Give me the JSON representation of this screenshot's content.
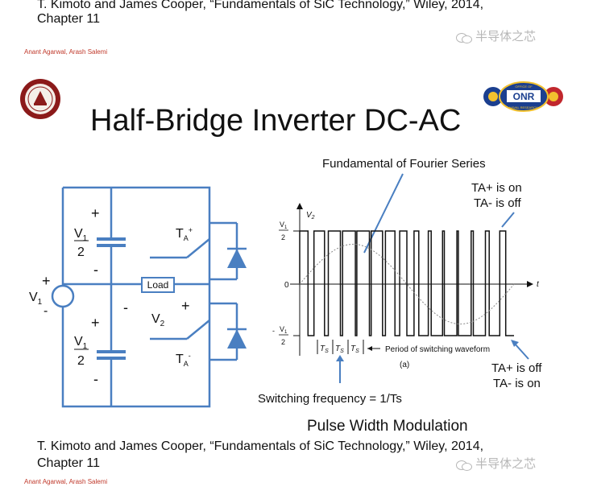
{
  "top_ref": {
    "line1": "T. Kimoto and James Cooper, “Fundamentals of SiC Technology,” Wiley, 2014,",
    "line2": "Chapter 11"
  },
  "authors": "Anant Agarwal, Arash Salemi",
  "watermark": "半导体之芯",
  "title": "Half-Bridge Inverter DC-AC",
  "subtitle": "Pulse Width Modulation",
  "bottom_ref": {
    "line1": "T. Kimoto and James Cooper, “Fundamentals of SiC Technology,” Wiley, 2014,",
    "line2": "Chapter 11"
  },
  "logos": {
    "left": "university-seal",
    "right": "office-of-naval-research"
  },
  "colors": {
    "circuit": "#4a7fc1",
    "author_red": "#c0392b",
    "seal_red": "#8b1a1a"
  },
  "circuit": {
    "plus": "+",
    "minus": "-",
    "v1": "V",
    "v1_sub": "1",
    "half": "2",
    "load": "Load",
    "v2": "V",
    "v2_sub": "2",
    "ta": "T",
    "ta_sub": "A",
    "ta_plus_sup": "+",
    "ta_minus_sup": "-"
  },
  "waveform": {
    "fundamental_label": "Fundamental of Fourier Series",
    "ta_on_top": "TA+ is on",
    "ta_off_top": "TA- is off",
    "ta_off_bottom": "TA+ is off",
    "ta_on_bottom": "TA- is on",
    "axis_v": "V",
    "axis_v_sub": "2",
    "axis_t": "t",
    "zero": "0",
    "ts": "T",
    "ts_sub": "S",
    "period_label": "Period of switching waveform",
    "panel": "(a)",
    "switching_freq": "Switching frequency = 1/Ts"
  }
}
